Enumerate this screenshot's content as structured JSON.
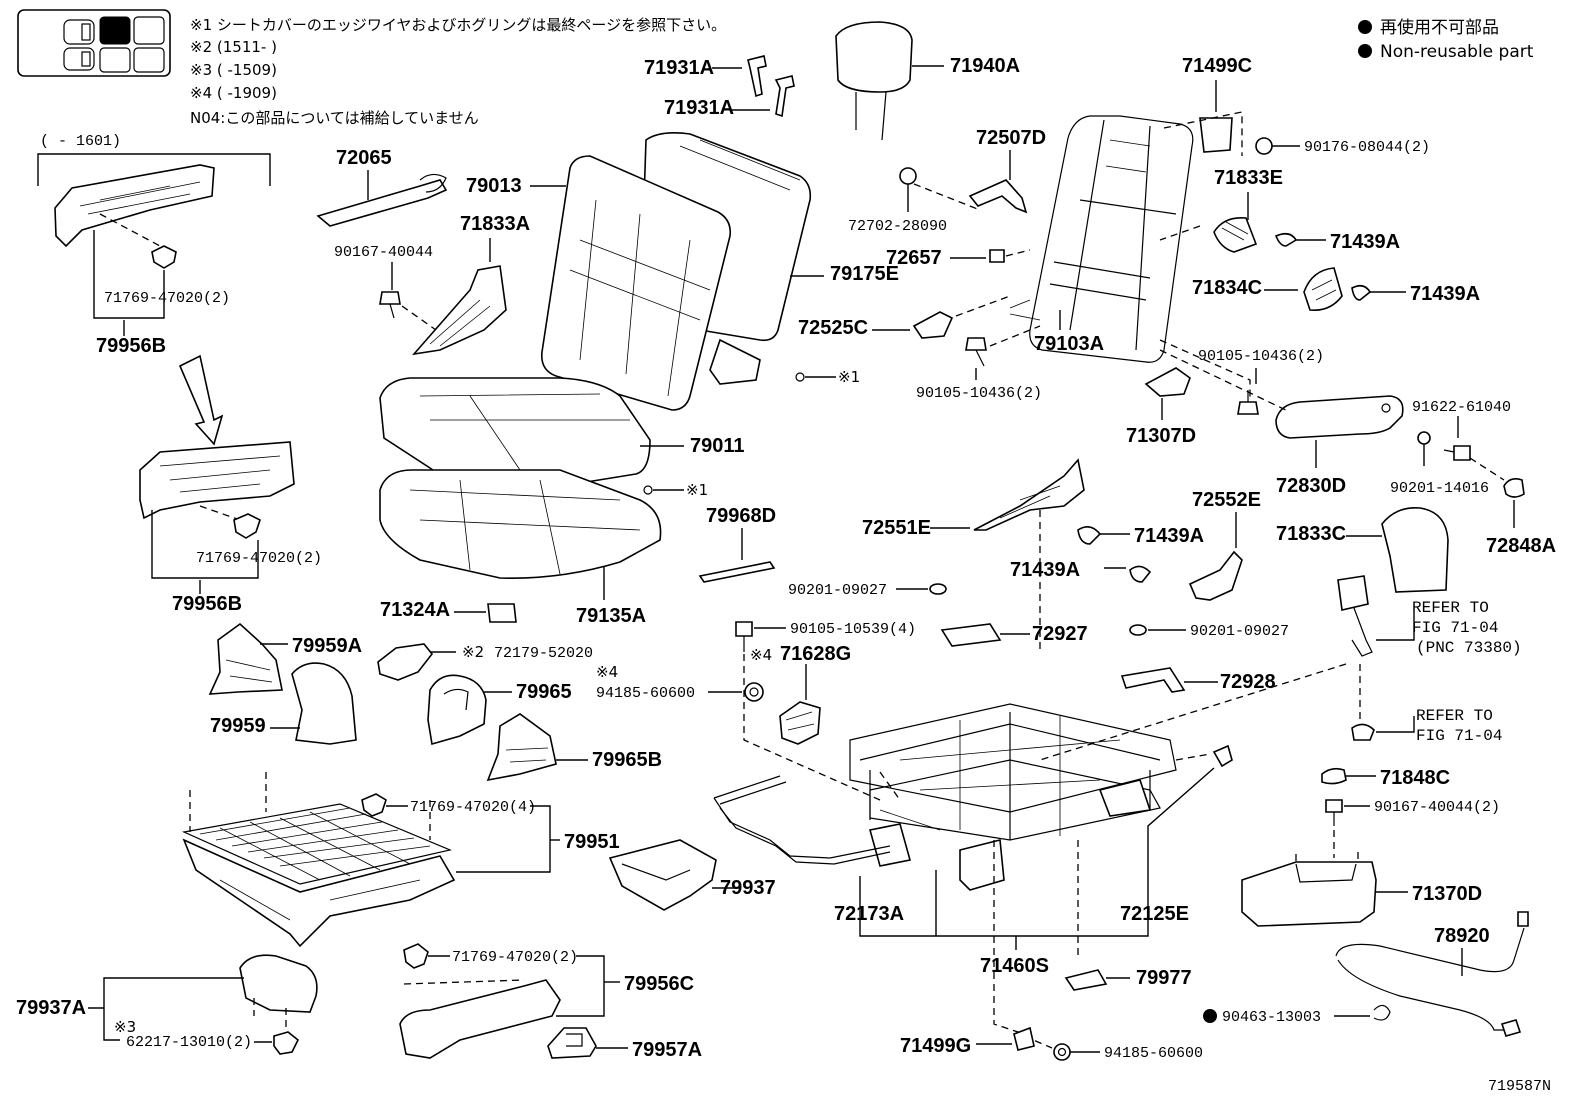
{
  "notes": {
    "n1": "※1 シートカバーのエッジワイヤおよびホグリングは最終ページを参照下さい。",
    "n2": "※2 (1511-     )",
    "n3": "※3 (      -1509)",
    "n4": "※4 (      -1909)",
    "n5": "N04:この部品については補給していません"
  },
  "legend": {
    "jp": "再使用不可部品",
    "en": "Non-reusable part"
  },
  "bracket_range": "(      - 1601)",
  "figure_id": "719587N",
  "refs": {
    "r1_line1": "REFER TO",
    "r1_line2": "FIG 71-04",
    "r1_line3": "(PNC 73380)",
    "r2_line1": "REFER TO",
    "r2_line2": "FIG 71-04"
  },
  "marks": {
    "m1": "※1",
    "m2": "※1",
    "m3": "※2",
    "m4": "※4",
    "m5": "※4",
    "m6": "※3"
  },
  "labels": {
    "p71931A_1": "71931A",
    "p71931A_2": "71931A",
    "p71940A": "71940A",
    "p71499C": "71499C",
    "p72065": "72065",
    "p79013": "79013",
    "p72507D": "72507D",
    "p90176": "90176-08044(2)",
    "p71833E": "71833E",
    "p72702": "72702-28090",
    "p71833A": "71833A",
    "p90167_40044": "90167-40044",
    "p79175E": "79175E",
    "p72657": "72657",
    "p71439A_1": "71439A",
    "p71769_1": "71769-47020(2)",
    "p71834C": "71834C",
    "p71439A_2": "71439A",
    "p79956B_1": "79956B",
    "p72525C": "72525C",
    "p79103A": "79103A",
    "p90105_10436_a": "90105-10436(2)",
    "p90105_10436_b": "90105-10436(2)",
    "p91622": "91622-61040",
    "p79011": "79011",
    "p71307D": "71307D",
    "p72830D": "72830D",
    "p90201_14016": "90201-14016",
    "p72848A": "72848A",
    "p79968D": "79968D",
    "p72552E": "72552E",
    "p72551E": "72551E",
    "p71439A_3": "71439A",
    "p71833C": "71833C",
    "p71769_2": "71769-47020(2)",
    "p71439A_4": "71439A",
    "p90201_09027_a": "90201-09027",
    "p79956B_2": "79956B",
    "p71324A": "71324A",
    "p79135A": "79135A",
    "p90105_10539": "90105-10539(4)",
    "p72927": "72927",
    "p90201_09027_b": "90201-09027",
    "p79959A": "79959A",
    "p72179": "72179-52020",
    "p71628G": "71628G",
    "p94185_a": "94185-60600",
    "p72928": "72928",
    "p79965": "79965",
    "p79959": "79959",
    "p79965B": "79965B",
    "p71848C": "71848C",
    "p71769_4": "71769-47020(4)",
    "p90167_40044_2": "90167-40044(2)",
    "p79951": "79951",
    "p79937": "79937",
    "p71370D": "71370D",
    "p72173A": "72173A",
    "p72125E": "72125E",
    "p78920": "78920",
    "p71460S": "71460S",
    "p79977": "79977",
    "p71769_c": "71769-47020(2)",
    "p79956C": "79956C",
    "p79937A": "79937A",
    "p90463": "90463-13003",
    "p62217": "62217-13010(2)",
    "p79957A": "79957A",
    "p71499G": "71499G",
    "p94185_b": "94185-60600"
  }
}
